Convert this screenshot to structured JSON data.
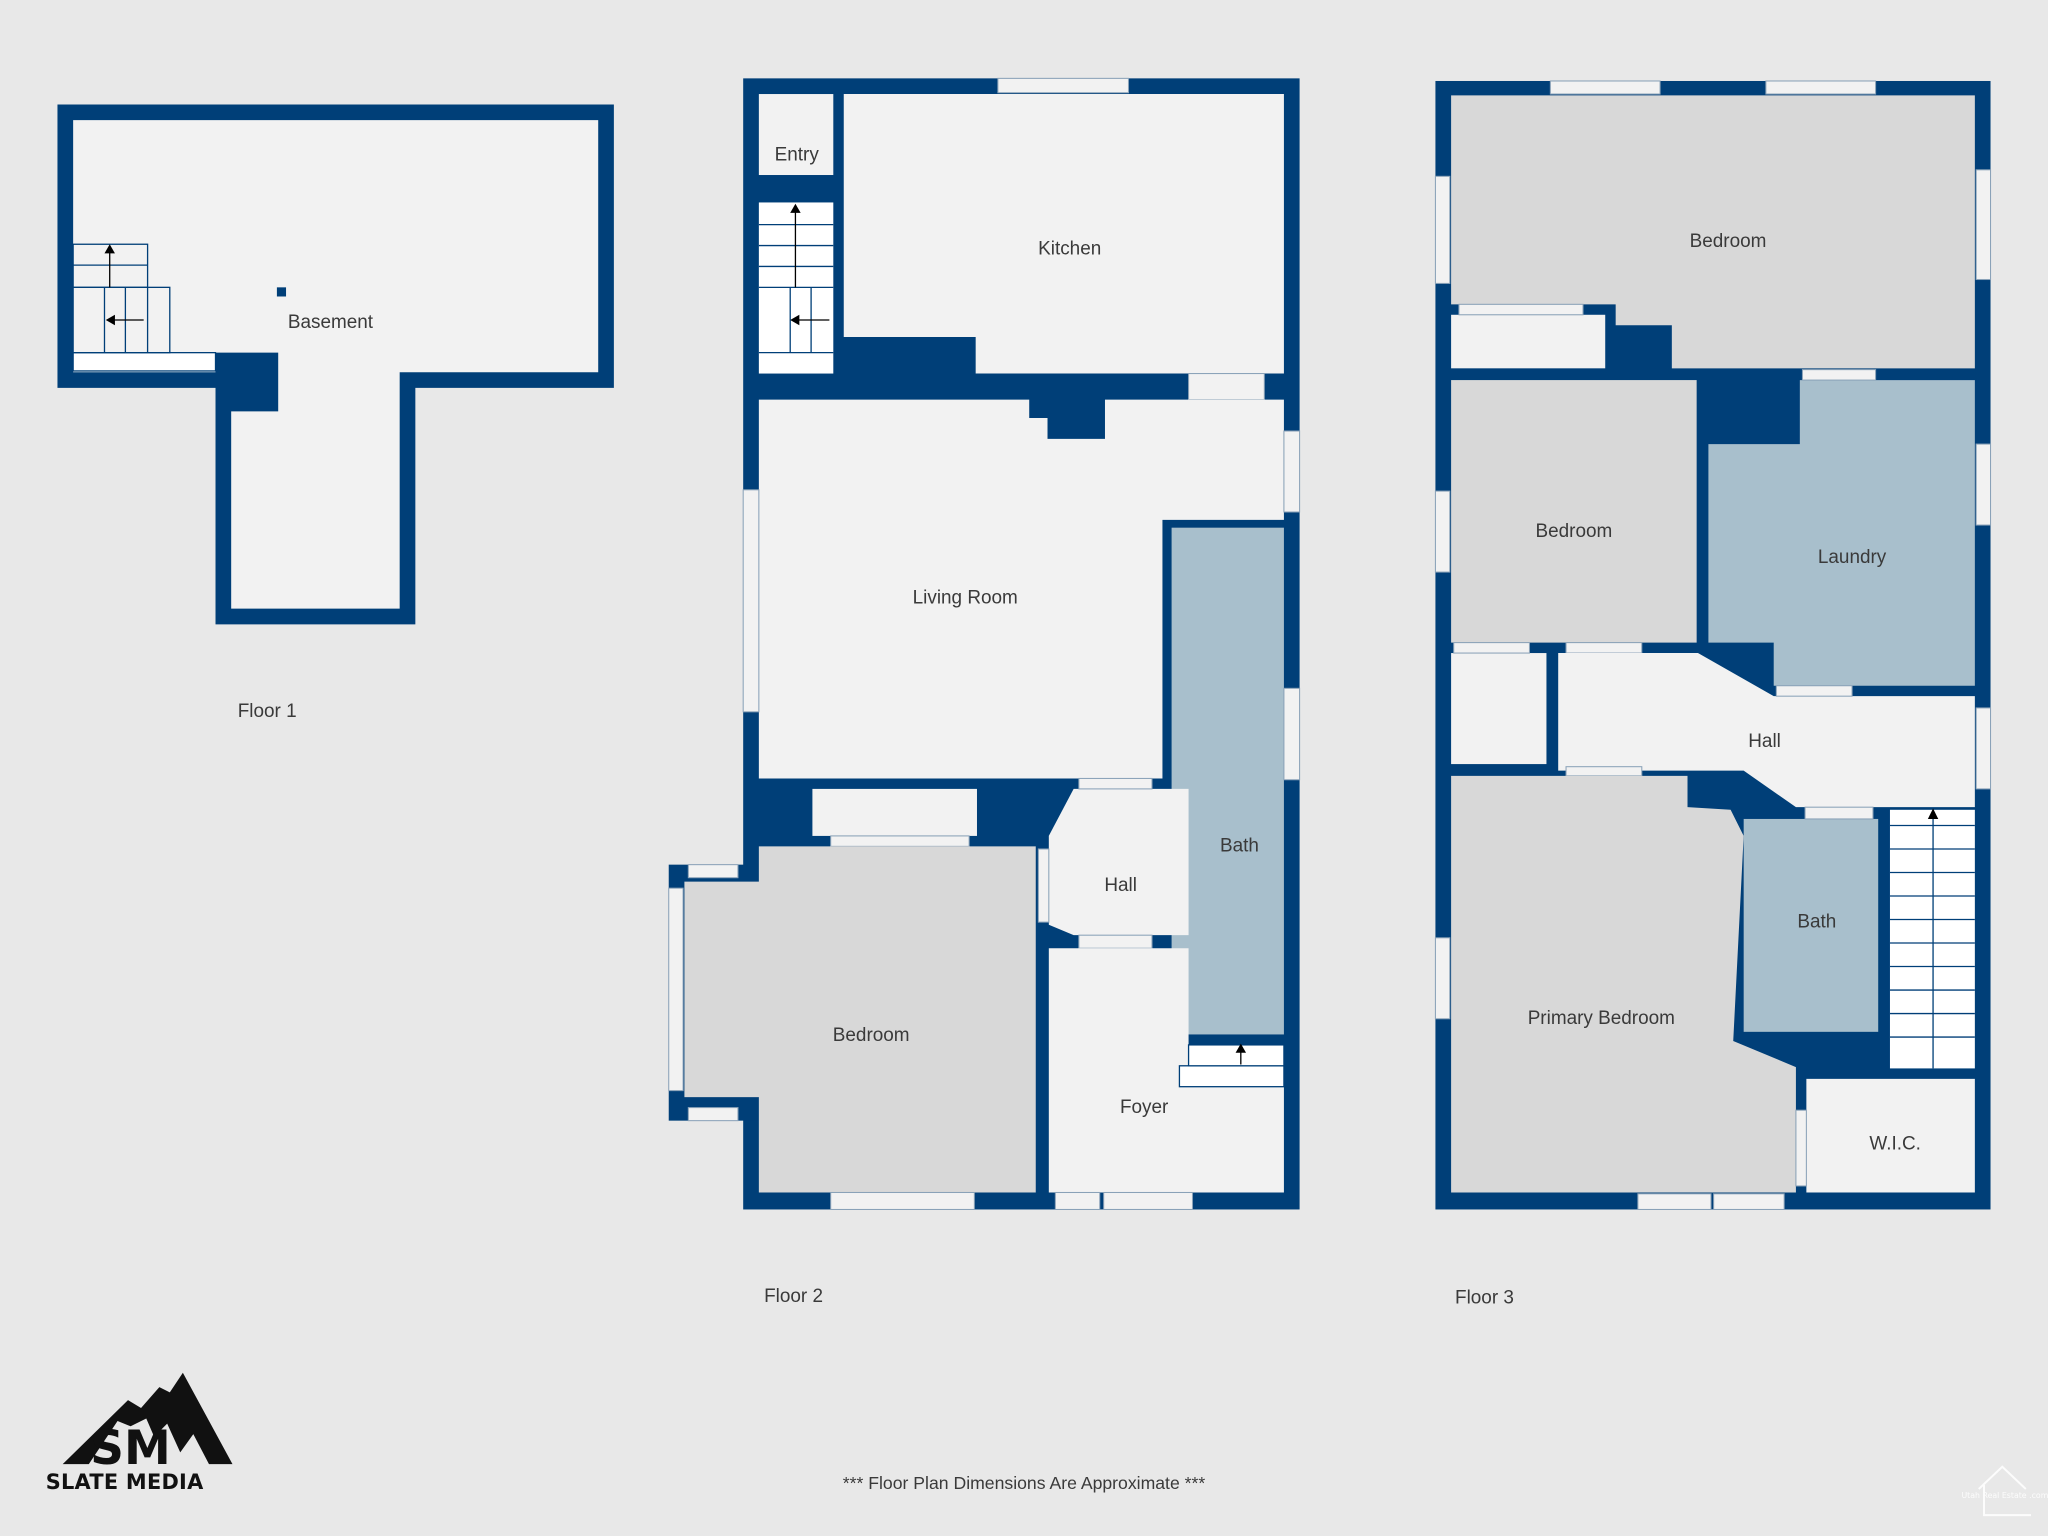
{
  "floors": [
    {
      "label": "Floor 1",
      "rooms": [
        "Basement"
      ]
    },
    {
      "label": "Floor 2",
      "rooms": [
        "Entry",
        "Kitchen",
        "Living Room",
        "Bath",
        "Hall",
        "Bedroom",
        "Foyer"
      ]
    },
    {
      "label": "Floor 3",
      "rooms": [
        "Bedroom",
        "Bedroom",
        "Laundry",
        "Hall",
        "Bath",
        "Primary Bedroom",
        "W.I.C."
      ]
    }
  ],
  "footer_note": "*** Floor Plan Dimensions Are Approximate ***",
  "logo": {
    "monogram": "SM",
    "text": "SLATE MEDIA"
  },
  "watermark": {
    "text": "Utah Real Estate .com"
  },
  "colors": {
    "wall": "#003f78",
    "floor": "#f2f2f2",
    "room_gray": "#d8d8d8",
    "room_blue": "#a8bfcc",
    "background": "#e8e8e8"
  }
}
